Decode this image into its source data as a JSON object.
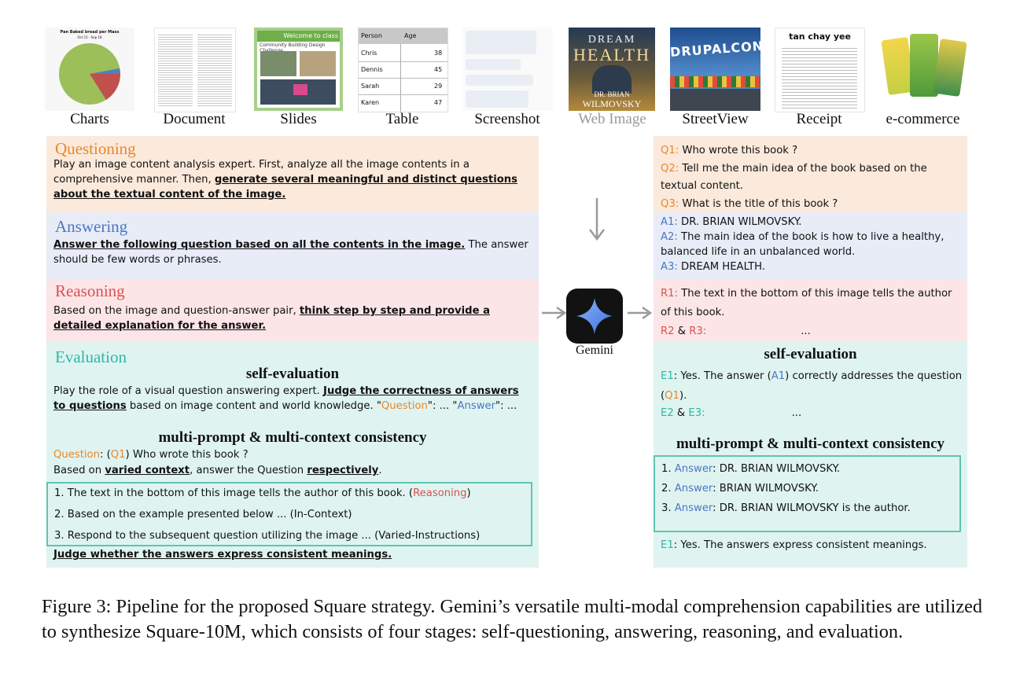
{
  "thumbnails": [
    {
      "label": "Charts",
      "chart_title": "Pan Baked bread per Mass",
      "chart_sub": "Oct 15 - Sep 18"
    },
    {
      "label": "Document"
    },
    {
      "label": "Slides",
      "slide_header": "Welcome to class",
      "slide_title": "Community Building Design Challenge"
    },
    {
      "label": "Table",
      "headers": [
        "Person",
        "Age"
      ],
      "rows": [
        [
          "Chris",
          "38"
        ],
        [
          "Dennis",
          "45"
        ],
        [
          "Sarah",
          "29"
        ],
        [
          "Karen",
          "47"
        ]
      ]
    },
    {
      "label": "Screenshot"
    },
    {
      "label": "Web Image",
      "book_top": "DREAM",
      "book_mid": "HEALTH",
      "book_sub": "DR. BRIAN",
      "book_name": "WILMOVSKY"
    },
    {
      "label": "StreetView",
      "sign": "DRUPALCON"
    },
    {
      "label": "Receipt",
      "store": "tan chay yee"
    },
    {
      "label": "e-commerce"
    }
  ],
  "questioning": {
    "title": "Questioning",
    "text_plain": "Play an image content analysis expert. First, analyze all the image contents in a comprehensive manner. Then, ",
    "text_bold": "generate several meaningful and distinct questions about the textual content of the image."
  },
  "answering": {
    "title": "Answering",
    "text_bold": "Answer the following question based on all the contents in the image.",
    "text_plain": " The answer should be few words or phrases."
  },
  "reasoning": {
    "title": "Reasoning",
    "text_plain": "Based on the image and question-answer pair, ",
    "text_bold": "think step by step and provide a detailed explanation for the answer."
  },
  "evaluation": {
    "title": "Evaluation",
    "self_eval_title": "self-evaluation",
    "se_plain1": "Play the role of a visual question answering expert. ",
    "se_bold": "Judge the correctness of answers to questions",
    "se_plain2": " based on image content and world knowledge.  \"",
    "se_question": "Question",
    "se_plain3": "\": ... \"",
    "se_answer": "Answer",
    "se_plain4": "\": ...",
    "mp_title": "multi-prompt & multi-context consistency",
    "q_label": "Question",
    "q_open": ": (",
    "q_ref": "Q1",
    "q_text": ") Who wrote this book ?",
    "based_plain1": "Based on ",
    "based_bold1": "varied context",
    "based_plain2": ", answer the Question ",
    "based_bold2": "respectively",
    "based_plain3": ".",
    "item1": "1. The text in the bottom of this image tells the author of this book.  (",
    "item1_tag": "Reasoning",
    "item1_close": ")",
    "item2": "2. Based on the example presented below ... (In-Context)",
    "item3": "3. Respond to the subsequent question utilizing the image ... (Varied-Instructions)",
    "judge": "Judge whether the answers express consistent meanings."
  },
  "gemini_label": "Gemini",
  "right": {
    "q1_tag": "Q1:",
    "q1": " Who wrote this book ?",
    "q2_tag": "Q2:",
    "q2": " Tell me the main idea of the book based on the textual content.",
    "q3_tag": "Q3:",
    "q3": " What is the title of this book ?",
    "a1_tag": "A1:",
    "a1": " DR. BRIAN WILMOVSKY.",
    "a2_tag": "A2:",
    "a2": " The main idea of the book is how to live a healthy, balanced life in an unbalanced world.",
    "a3_tag": "A3:",
    "a3": " DREAM HEALTH.",
    "r1_tag": "R1:",
    "r1": " The text in the bottom of this image tells the author of this book.",
    "r2_tag": "R2",
    "r_amp": " & ",
    "r3_tag": "R3:",
    "r_dots": "...",
    "self_eval_title": "self-evaluation",
    "e1_tag": "E1",
    "e1_p1": ": Yes. The answer (",
    "e1_a": "A1",
    "e1_p2": ") correctly addresses the question (",
    "e1_q": "Q1",
    "e1_p3": ").",
    "e2_tag": "E2",
    "e_amp": " & ",
    "e3_tag": "E3:",
    "e_dots": "...",
    "mp_title": "multi-prompt & multi-context consistency",
    "ans_label": "Answer",
    "ans1_num": "1. ",
    "ans1": ": DR. BRIAN WILMOVSKY.",
    "ans2_num": "2. ",
    "ans2": ": BRIAN WILMOVSKY.",
    "ans3_num": "3. ",
    "ans3": ": DR. BRIAN WILMOVSKY is the author.",
    "final_tag": "E1",
    "final": ": Yes. The answers express consistent meanings."
  },
  "caption": "Figure 3: Pipeline for the proposed Square strategy. Gemini’s versatile multi-modal comprehension capabilities are utilized to synthesize Square-10M, which consists of four stages: self-questioning, answering, reasoning, and evaluation."
}
